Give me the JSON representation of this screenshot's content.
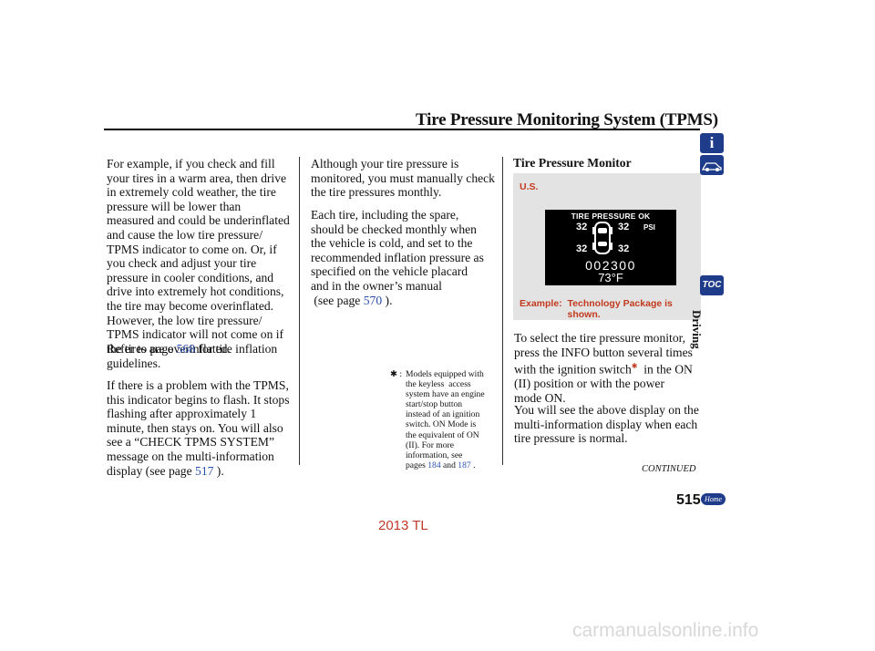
{
  "header": {
    "title": "Tire Pressure Monitoring System (TPMS)"
  },
  "col1": {
    "p1": "For example, if you check and fill\nyour tires in a warm area, then drive\nin extremely cold weather, the tire\npressure will be lower than\nmeasured and could be underinflated\nand cause the low tire pressure/\nTPMS indicator to come on. Or, if\nyou check and adjust your tire\npressure in cooler conditions, and\ndrive into extremely hot conditions,\nthe tire may become overinflated.\nHowever, the low tire pressure/\nTPMS indicator will not come on if\nthe tires are overinflated.",
    "p2_a": "Refer to page ",
    "p2_link": "568",
    "p2_b": " for tire inflation",
    "p2_c": "guidelines.",
    "p3": "If there is a problem with the TPMS,\nthis indicator begins to flash. It stops\nflashing after approximately 1\nminute, then stays on. You will also\nsee a “CHECK TPMS SYSTEM”\nmessage on the multi-information",
    "p3_a": "display (see page ",
    "p3_link": "517",
    "p3_b": " )."
  },
  "col2": {
    "p1": "Although your tire pressure is\nmonitored, you must manually check\nthe tire pressures monthly.",
    "p2": "Each tire, including the spare,\nshould be checked monthly when\nthe vehicle is cold, and set to the\nrecommended inflation pressure as\nspecified on the vehicle placard\nand in the owner’s manual",
    "p2_a": " (see page ",
    "p2_link": "570",
    "p2_b": " ).",
    "footnote_mark": "✱ :",
    "footnote": "Models equipped with\nthe keyless  access\nsystem have an engine\nstart/stop button\ninstead of an ignition\nswitch. ON Mode is\nthe equivalent of ON\n(II). For more\ninformation, see",
    "fn_a": "pages ",
    "fn_link1": "184",
    "fn_mid": " and ",
    "fn_link2": "187",
    "fn_b": " ."
  },
  "col3": {
    "subhead": "Tire Pressure Monitor",
    "region": "U.S.",
    "display": {
      "status": "TIRE PRESSURE OK",
      "fl": "32",
      "fr": "32",
      "rl": "32",
      "rr": "32",
      "unit": "PSI",
      "odometer": "002300",
      "temp": "73°F"
    },
    "caption": "Example:  Technology Package is\n                  shown.",
    "p1_a": "To select the tire pressure monitor,\npress the INFO button several times\nwith the ignition switch",
    "p1_star": "✱",
    "p1_b": "  in the ON\n(II) position or with the power\nmode ON.",
    "p2": "You will see the above display on the\nmulti-information display when each\ntire pressure is normal."
  },
  "sidebar": {
    "section": "Driving",
    "toc": "TOC"
  },
  "footer": {
    "continued": "CONTINUED",
    "page": "515",
    "home": "Home",
    "model": "2013 TL",
    "watermark": "carmanualsonline.info"
  }
}
